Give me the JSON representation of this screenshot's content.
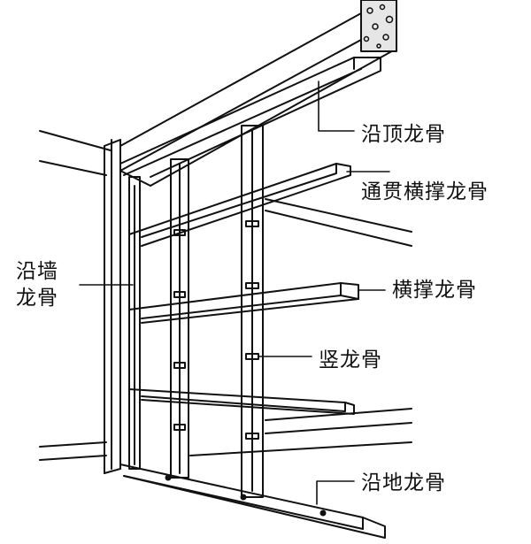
{
  "labels": {
    "top_track": "沿顶龙骨",
    "cross_channel": "通贯横撑龙骨",
    "wall_track_line1": "沿墙",
    "wall_track_line2": "龙骨",
    "brace": "横撑龙骨",
    "stud": "竖龙骨",
    "floor_track": "沿地龙骨"
  },
  "colors": {
    "line": "#111111",
    "background": "#ffffff",
    "concrete_fill": "#e6e6e6"
  }
}
